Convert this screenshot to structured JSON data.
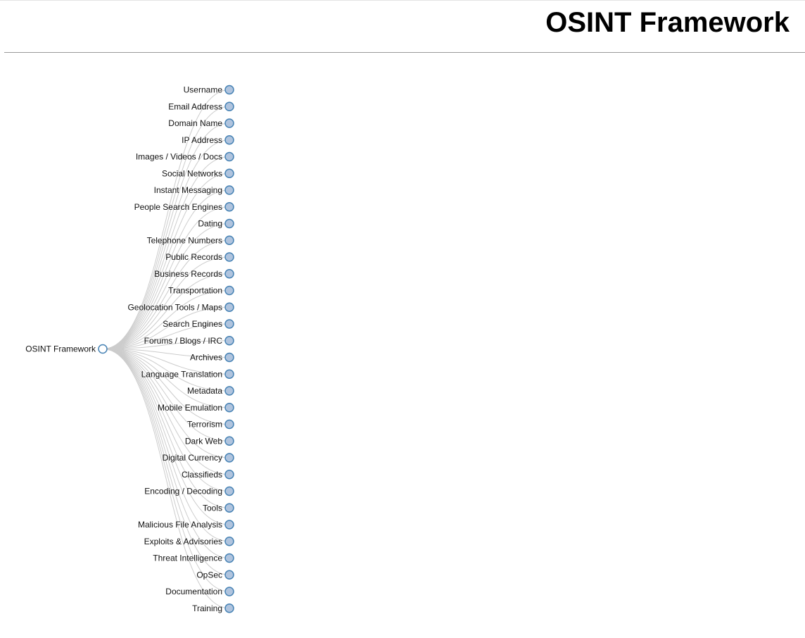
{
  "header": {
    "title": "OSINT Framework"
  },
  "tree": {
    "root": {
      "label": "OSINT Framework",
      "collapsed": false
    },
    "branches": [
      {
        "label": "Username"
      },
      {
        "label": "Email Address"
      },
      {
        "label": "Domain Name"
      },
      {
        "label": "IP Address"
      },
      {
        "label": "Images / Videos / Docs"
      },
      {
        "label": "Social Networks"
      },
      {
        "label": "Instant Messaging"
      },
      {
        "label": "People Search Engines"
      },
      {
        "label": "Dating"
      },
      {
        "label": "Telephone Numbers"
      },
      {
        "label": "Public Records"
      },
      {
        "label": "Business Records"
      },
      {
        "label": "Transportation"
      },
      {
        "label": "Geolocation Tools / Maps"
      },
      {
        "label": "Search Engines"
      },
      {
        "label": "Forums / Blogs / IRC"
      },
      {
        "label": "Archives"
      },
      {
        "label": "Language Translation"
      },
      {
        "label": "Metadata"
      },
      {
        "label": "Mobile Emulation"
      },
      {
        "label": "Terrorism"
      },
      {
        "label": "Dark Web"
      },
      {
        "label": "Digital Currency"
      },
      {
        "label": "Classifieds"
      },
      {
        "label": "Encoding / Decoding"
      },
      {
        "label": "Tools"
      },
      {
        "label": "Malicious File Analysis"
      },
      {
        "label": "Exploits & Advisories"
      },
      {
        "label": "Threat Intelligence"
      },
      {
        "label": "OpSec"
      },
      {
        "label": "Documentation"
      },
      {
        "label": "Training"
      }
    ],
    "colors": {
      "link": "#cccccc",
      "node_fill_collapsed": "#b0c4de",
      "node_fill_expanded": "#ffffff",
      "node_stroke": "#4682b4"
    }
  }
}
